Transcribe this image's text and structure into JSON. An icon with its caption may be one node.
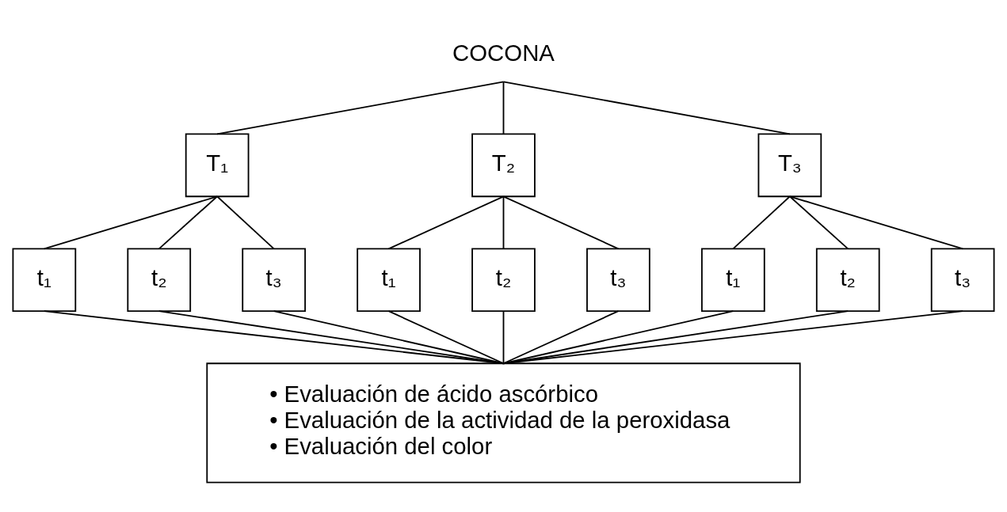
{
  "diagram": {
    "nodes": [
      {
        "text": [
          "COCONA"
        ]
      },
      {
        "text": [
          "T₁"
        ]
      },
      {
        "text": [
          "T₂"
        ]
      },
      {
        "text": [
          "T₃"
        ]
      },
      {
        "text": [
          "t₁"
        ]
      },
      {
        "text": [
          "t₂"
        ]
      },
      {
        "text": [
          "t₃"
        ]
      },
      {
        "text": [
          "t₁"
        ]
      },
      {
        "text": [
          "t₂"
        ]
      },
      {
        "text": [
          "t₃"
        ]
      },
      {
        "text": [
          "t₁"
        ]
      },
      {
        "text": [
          "t₂"
        ]
      },
      {
        "text": [
          "t₃"
        ]
      },
      {
        "text": [
          "• Evaluación de ácido ascórbico",
          "• Evaluación de la actividad de la peroxidasa",
          "• Evaluación del color"
        ]
      }
    ],
    "edges": [
      {
        "from": 0,
        "to": 1,
        "arrow": "none"
      },
      {
        "from": 0,
        "to": 2,
        "arrow": "none"
      },
      {
        "from": 0,
        "to": 3,
        "arrow": "none"
      },
      {
        "from": 1,
        "to": 4,
        "arrow": "none"
      },
      {
        "from": 1,
        "to": 5,
        "arrow": "none"
      },
      {
        "from": 1,
        "to": 6,
        "arrow": "none"
      },
      {
        "from": 2,
        "to": 7,
        "arrow": "none"
      },
      {
        "from": 2,
        "to": 8,
        "arrow": "none"
      },
      {
        "from": 2,
        "to": 9,
        "arrow": "none"
      },
      {
        "from": 3,
        "to": 10,
        "arrow": "none"
      },
      {
        "from": 3,
        "to": 11,
        "arrow": "none"
      },
      {
        "from": 3,
        "to": 12,
        "arrow": "none"
      },
      {
        "from": 4,
        "to": 13,
        "arrow": "none"
      },
      {
        "from": 5,
        "to": 13,
        "arrow": "none"
      },
      {
        "from": 6,
        "to": 13,
        "arrow": "none"
      },
      {
        "from": 7,
        "to": 13,
        "arrow": "none"
      },
      {
        "from": 8,
        "to": 13,
        "arrow": "none"
      },
      {
        "from": 9,
        "to": 13,
        "arrow": "none"
      },
      {
        "from": 10,
        "to": 13,
        "arrow": "none"
      },
      {
        "from": 11,
        "to": 13,
        "arrow": "none"
      },
      {
        "from": 12,
        "to": 13,
        "arrow": "none"
      }
    ]
  }
}
